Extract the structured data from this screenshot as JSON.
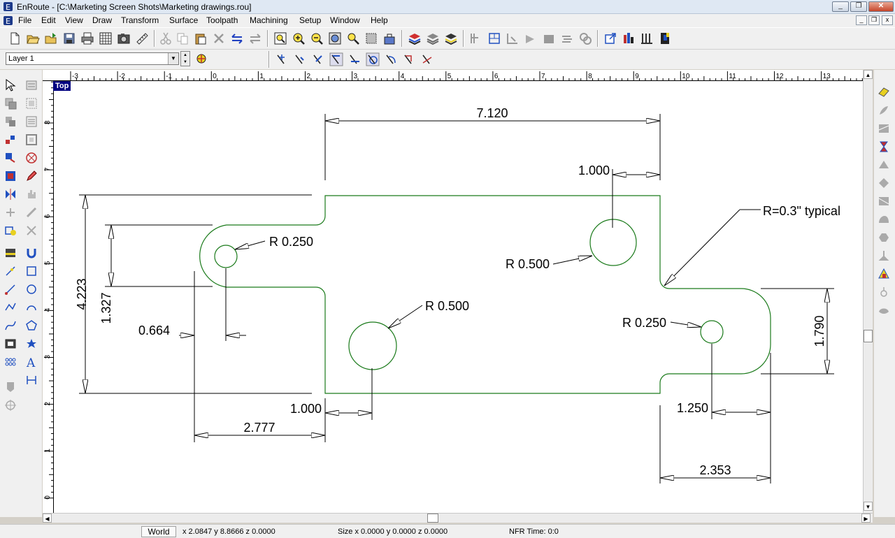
{
  "window": {
    "title": "EnRoute - [C:\\Marketing Screen Shots\\Marketing drawings.rou]",
    "minimize": "_",
    "restore": "❐",
    "close": "✕"
  },
  "menu": [
    "File",
    "Edit",
    "View",
    "Draw",
    "Transform",
    "Surface",
    "Toolpath",
    "Machining",
    "Setup",
    "Window",
    "Help"
  ],
  "layer": {
    "selected": "Layer 1"
  },
  "view": {
    "label": "Top"
  },
  "rulers": {
    "top": [
      "-3",
      "-2",
      "-1",
      "0",
      "1",
      "2",
      "3",
      "4",
      "5",
      "6",
      "7",
      "8",
      "9",
      "10",
      "11",
      "12",
      "13"
    ],
    "left": [
      "8",
      "7",
      "6",
      "5",
      "4",
      "3",
      "2",
      "1",
      "0"
    ]
  },
  "drawing": {
    "overall_width": "7.120",
    "overall_height": "4.223",
    "left_tab_height": "1.327",
    "right_tab_height": "1.790",
    "left_hole_offset": "0.664",
    "left_tab_length": "2.777",
    "bottom_hole_offset": "1.000",
    "top_hole_offset": "1.000",
    "right_hole_offset": "1.250",
    "right_tab_length": "2.353",
    "radius_left_hole": "R 0.250",
    "radius_top_hole": "R 0.500",
    "radius_bottom_hole": "R 0.500",
    "radius_right_hole": "R 0.250",
    "fillet_note": "R=0.3\" typical",
    "outline_color": "#1a7a1a"
  },
  "status": {
    "coordinate_system": "World",
    "cursor": "x 2.0847 y 8.8666 z 0.0000",
    "size": "Size x 0.0000 y 0.0000 z 0.0000",
    "nfr_time": "NFR Time: 0:0"
  }
}
